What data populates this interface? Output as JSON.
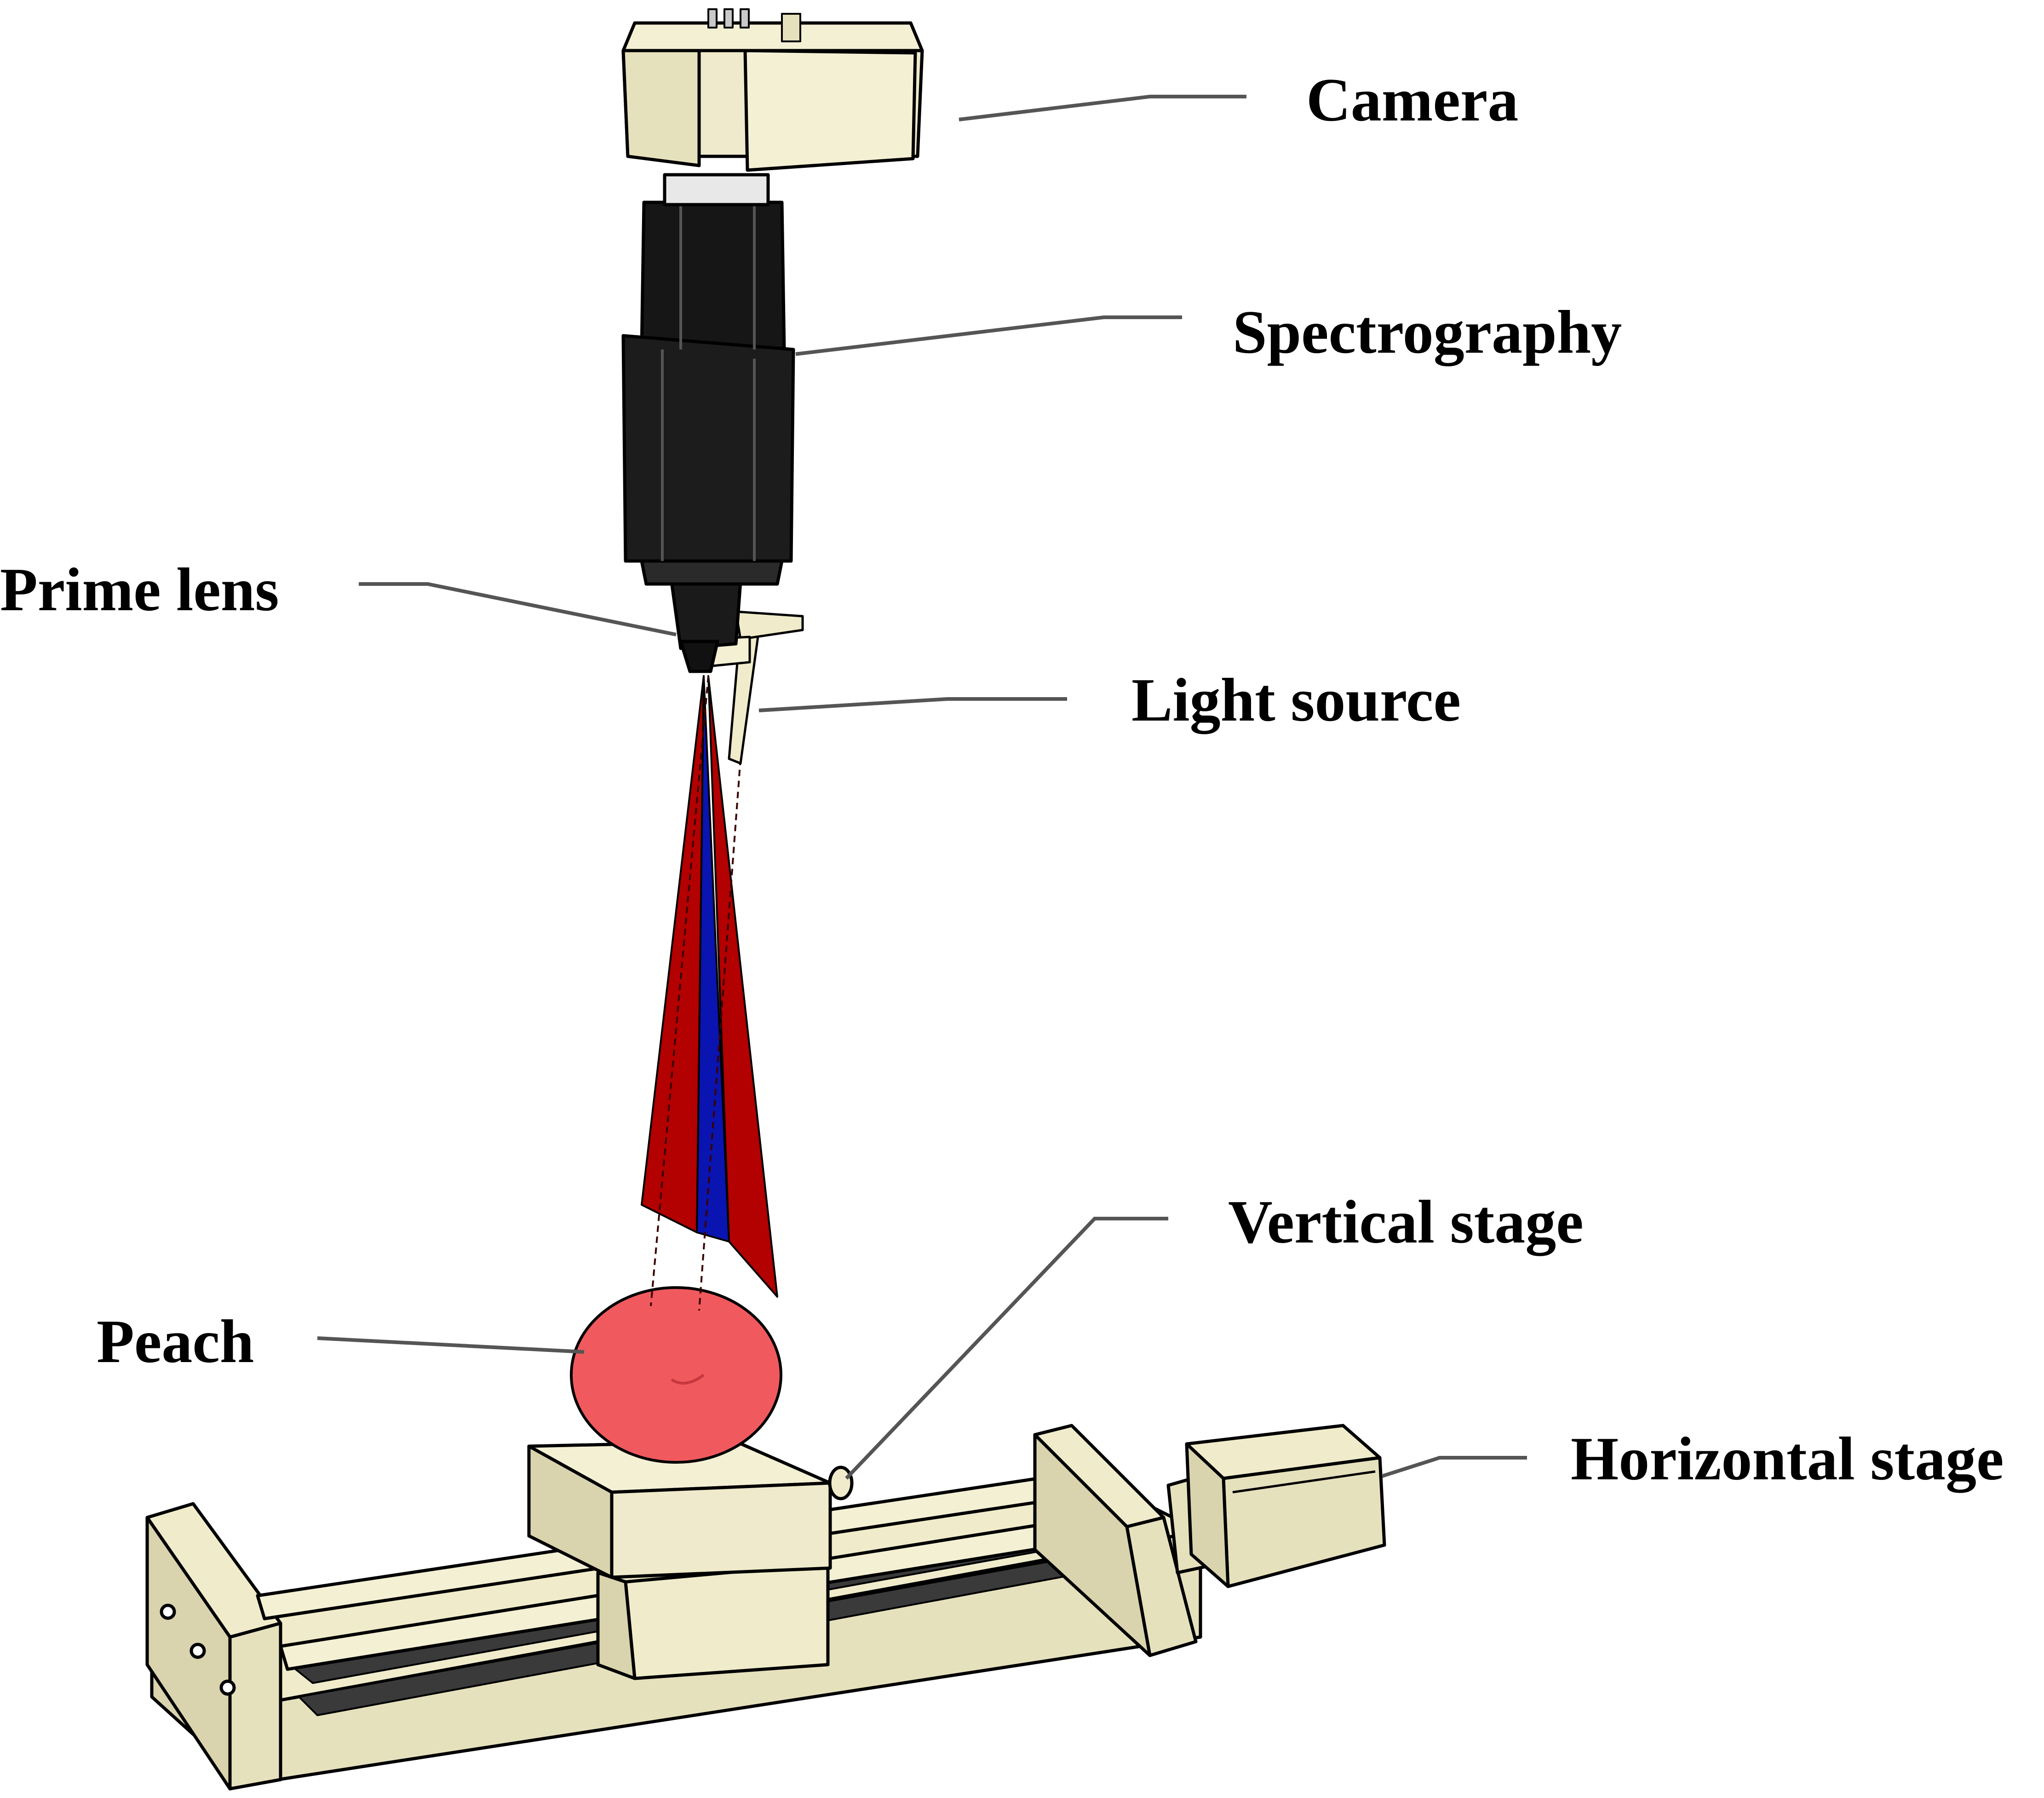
{
  "labels": {
    "camera": "Camera",
    "spectrography": "Spectrography",
    "prime_lens": "Prime lens",
    "light_source": "Light source",
    "vertical_stage": "Vertical stage",
    "peach": "Peach",
    "horizontal_stage": "Horizontal stage"
  },
  "colors": {
    "housing": "#f0eccb",
    "housing_shade": "#d9d4ae",
    "body": "#161616",
    "beam_red": "#b30000",
    "beam_blue": "#0a14b0",
    "peach": "#f05a5f",
    "leader": "#555555"
  }
}
